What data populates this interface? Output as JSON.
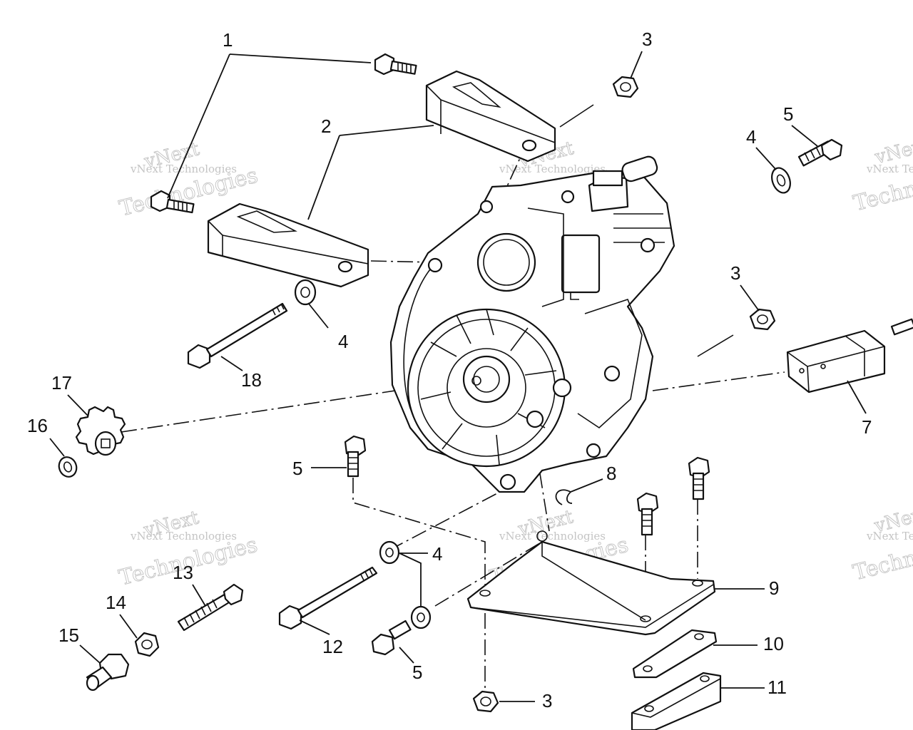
{
  "diagram": {
    "callouts": [
      "1",
      "2",
      "3",
      "5",
      "4",
      "3",
      "4",
      "18",
      "17",
      "16",
      "7",
      "5",
      "8",
      "9",
      "4",
      "13",
      "14",
      "15",
      "12",
      "5",
      "10",
      "11",
      "3"
    ],
    "watermark": {
      "line1": "vNext",
      "line2": "Technologies",
      "small": "vNext Technologies"
    }
  }
}
